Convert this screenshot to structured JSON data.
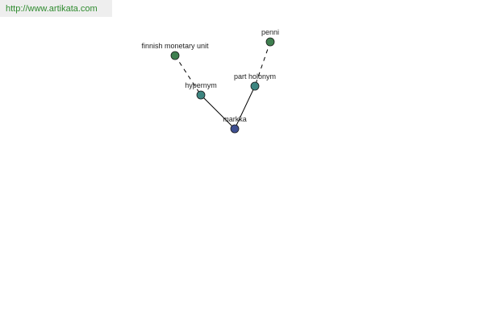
{
  "header": {
    "url": "http://www.artikata.com"
  },
  "colors": {
    "url_text": "#2e8b2e",
    "url_bar_bg": "#eeeeee",
    "node_green": "#3f7f4f",
    "node_teal": "#3d8580",
    "node_blue": "#3f4f91",
    "edge": "#000000"
  },
  "graph": {
    "nodes": [
      {
        "id": "finnish-monetary-unit",
        "label": "finnish monetary unit",
        "color": "#3f7f4f"
      },
      {
        "id": "penni",
        "label": "penni",
        "color": "#3f7f4f"
      },
      {
        "id": "hypernym",
        "label": "hypernym",
        "color": "#3d8580"
      },
      {
        "id": "part-holonym",
        "label": "part holonym",
        "color": "#3d8580"
      },
      {
        "id": "markka",
        "label": "markka",
        "color": "#3f4f91"
      }
    ],
    "edges": [
      {
        "from": "finnish-monetary-unit",
        "to": "hypernym",
        "style": "dashed"
      },
      {
        "from": "penni",
        "to": "part-holonym",
        "style": "dashed"
      },
      {
        "from": "hypernym",
        "to": "markka",
        "style": "solid"
      },
      {
        "from": "part-holonym",
        "to": "markka",
        "style": "solid"
      }
    ]
  }
}
